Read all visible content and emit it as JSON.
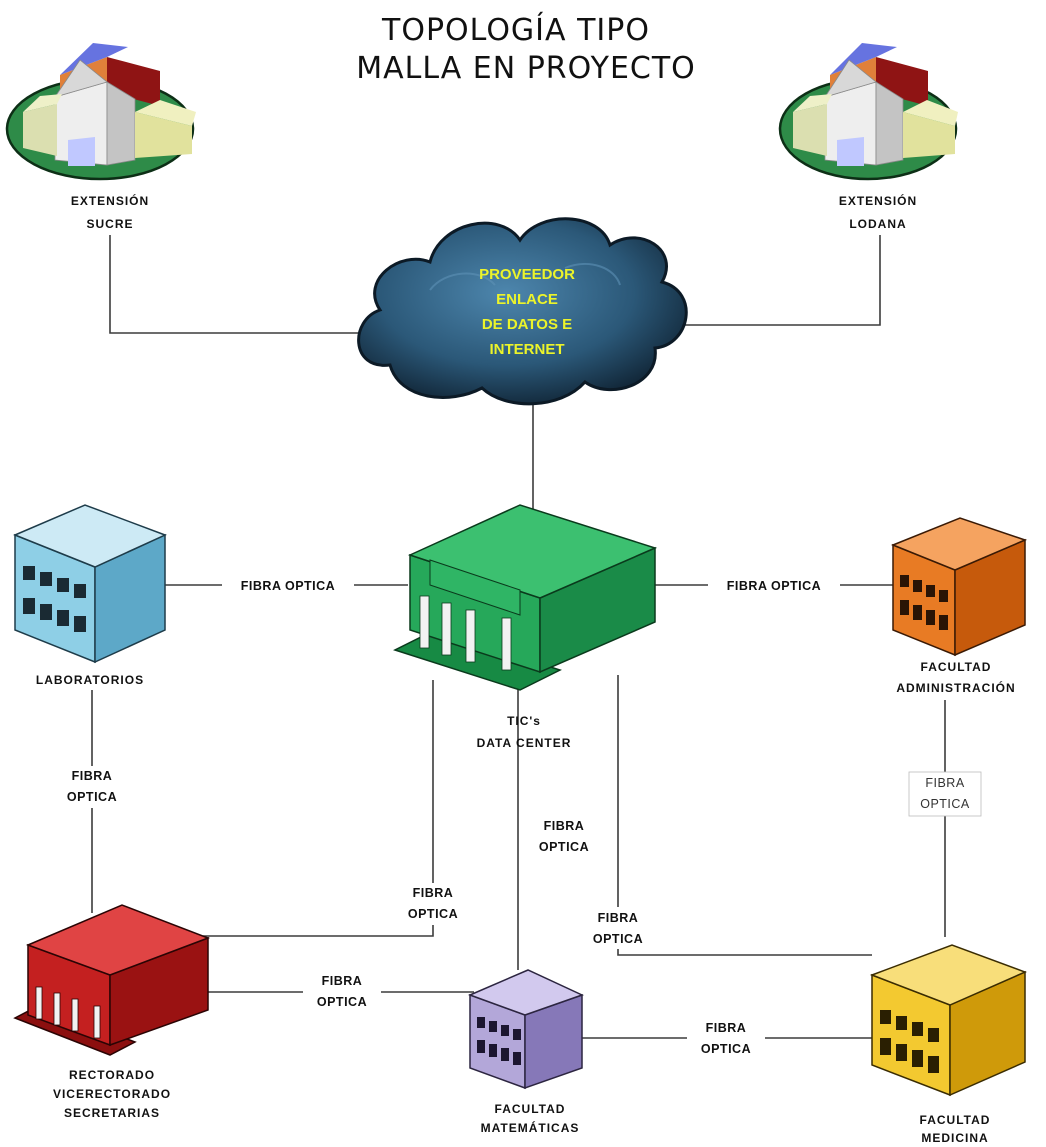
{
  "title": [
    "TOPOLOGÍA TIPO",
    "MALLA EN PROYECTO"
  ],
  "cloud": [
    "PROVEEDOR",
    "ENLACE",
    "DE DATOS E",
    "INTERNET"
  ],
  "nodes": {
    "sucre": [
      "EXTENSIÓN",
      "SUCRE"
    ],
    "lodana": [
      "EXTENSIÓN",
      "LODANA"
    ],
    "laboratorios": [
      "LABORATORIOS"
    ],
    "tics": [
      "TIC's",
      "DATA CENTER"
    ],
    "administracion": [
      "FACULTAD",
      "ADMINISTRACIÓN"
    ],
    "rectorado": [
      "RECTORADO",
      "VICERECTORADO",
      "SECRETARIAS"
    ],
    "matematicas": [
      "FACULTAD",
      "MATEMÁTICAS"
    ],
    "medicina": [
      "FACULTAD",
      "MEDICINA"
    ]
  },
  "link_labels": {
    "lab_tics": [
      "FIBRA OPTICA"
    ],
    "tics_admin": [
      "FIBRA OPTICA"
    ],
    "lab_rect": [
      "FIBRA",
      "OPTICA"
    ],
    "admin_med": [
      "FIBRA",
      "OPTICA"
    ],
    "tics_mat": [
      "FIBRA",
      "OPTICA"
    ],
    "tics_rect": [
      "FIBRA",
      "OPTICA"
    ],
    "tics_med": [
      "FIBRA",
      "OPTICA"
    ],
    "rect_mat": [
      "FIBRA",
      "OPTICA"
    ],
    "mat_med": [
      "FIBRA",
      "OPTICA"
    ]
  },
  "colors": {
    "cloud": "#2b5878",
    "cloud_text": "#ecf42a",
    "laboratorios": "#6fb6d4",
    "tics": "#1f9e4f",
    "administracion": "#dc6a10",
    "rectorado": "#b51616",
    "matematicas": "#9a8cc4",
    "medicina": "#e4b010",
    "campus_ground": "#2e8b48"
  }
}
